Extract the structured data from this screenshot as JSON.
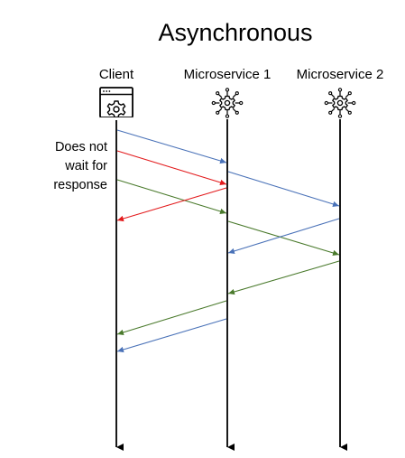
{
  "title": "Asynchronous",
  "participants": [
    {
      "id": "client",
      "label": "Client",
      "icon": "browser-gear-icon"
    },
    {
      "id": "ms1",
      "label": "Microservice 1",
      "icon": "microservice-gear-icon"
    },
    {
      "id": "ms2",
      "label": "Microservice 2",
      "icon": "microservice-gear-icon"
    }
  ],
  "note": {
    "lines": [
      "Does not",
      "wait for",
      "response"
    ]
  },
  "colors": {
    "blue": "#4a72b8",
    "red": "#e31a1c",
    "green": "#4a7a2c",
    "lifeline": "#000000"
  },
  "messages": [
    {
      "from": "client",
      "to": "ms1",
      "color": "blue",
      "order": 1
    },
    {
      "from": "client",
      "to": "ms1",
      "color": "red",
      "order": 2
    },
    {
      "from": "ms1",
      "to": "ms2",
      "color": "blue",
      "order": 3
    },
    {
      "from": "client",
      "to": "ms1",
      "color": "green",
      "order": 4
    },
    {
      "from": "ms1",
      "to": "client",
      "color": "red",
      "order": 5
    },
    {
      "from": "ms1",
      "to": "ms2",
      "color": "green",
      "order": 6
    },
    {
      "from": "ms2",
      "to": "ms1",
      "color": "blue",
      "order": 7
    },
    {
      "from": "ms2",
      "to": "ms1",
      "color": "green",
      "order": 8
    },
    {
      "from": "ms1",
      "to": "client",
      "color": "green",
      "order": 9
    },
    {
      "from": "ms1",
      "to": "client",
      "color": "blue",
      "order": 10
    }
  ]
}
